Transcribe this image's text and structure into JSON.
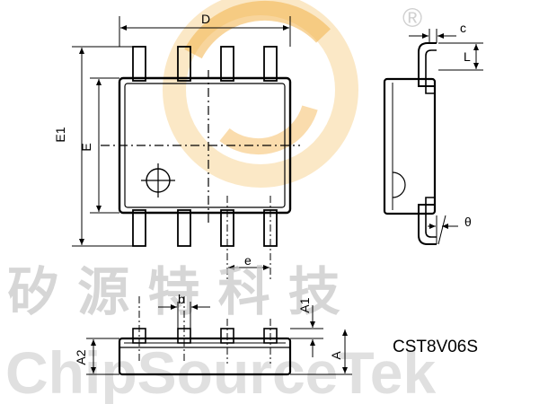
{
  "part_number": "CST8V06S",
  "dimension_labels": {
    "D": "D",
    "E1": "E1",
    "E": "E",
    "e": "e",
    "b": "b",
    "c": "c",
    "L": "L",
    "theta": "θ",
    "A1": "A1",
    "A2": "A2",
    "A": "A"
  },
  "watermark": {
    "chinese": "矽 源 特 科 技",
    "english": "ChipSourceTek",
    "registered_mark": "®",
    "logo_colors": [
      "#f3b24a",
      "#f8d9a0"
    ],
    "text_color": "#c9c9c9"
  }
}
